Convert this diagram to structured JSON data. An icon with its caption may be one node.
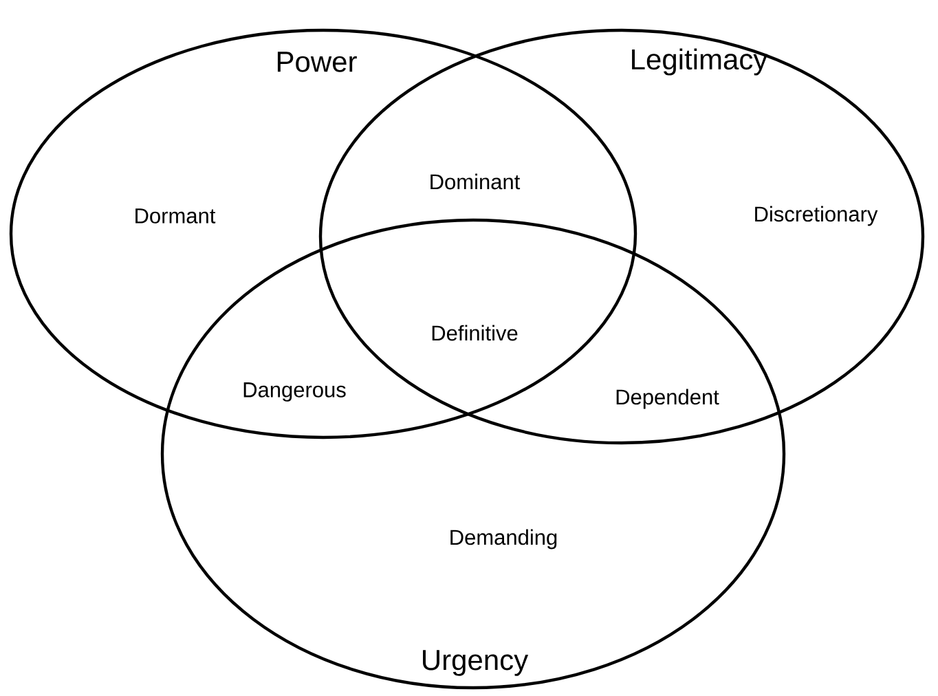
{
  "diagram": {
    "nodes": [
      {
        "text": [
          "Power"
        ]
      },
      {
        "text": [
          "Legitimacy"
        ]
      },
      {
        "text": [
          "Urgency"
        ]
      }
    ],
    "labels": [
      "Dormant",
      "Dominant",
      "Discretionary",
      "Definitive",
      "Dangerous",
      "Dependent",
      "Demanding"
    ]
  }
}
